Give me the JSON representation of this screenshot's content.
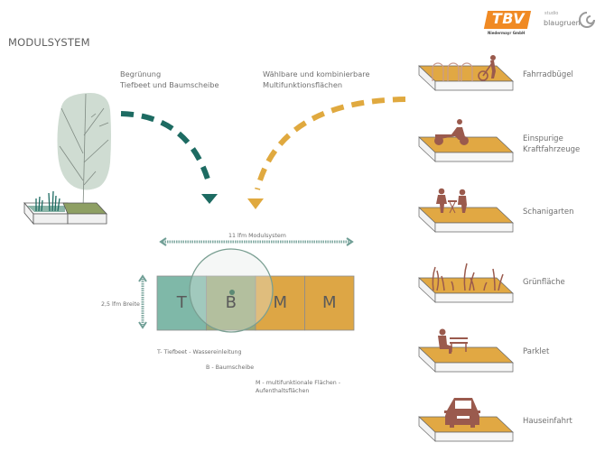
{
  "title": "MODULSYSTEM",
  "logos": {
    "tbv": {
      "name": "TBV",
      "subtitle": "Niedermayr GmbH",
      "color": "#f08a24"
    },
    "studio": {
      "line1": "studio",
      "line2": "blaugruen"
    }
  },
  "captions": {
    "greening": [
      "Begrünung",
      "Tiefbeet und Baumscheibe"
    ],
    "multifunction": [
      "Wählbare und kombinierbare",
      "Multifunktionsflächen"
    ]
  },
  "dimensions": {
    "length_label": "11 lfm Modulsystem",
    "width_label": "2,5 lfm Breite"
  },
  "modules": [
    {
      "letter": "T",
      "color": "#7fb8a8"
    },
    {
      "letter": "B",
      "color": "#9aa978"
    },
    {
      "letter": "M",
      "color": "#dda645"
    },
    {
      "letter": "M",
      "color": "#dda645"
    }
  ],
  "legend": {
    "t": "T- Tiefbeet - Wassereinleitung",
    "b": "B - Baumscheibe",
    "m": [
      "M - multifunktionale Flächen -",
      "Aufenthaltsflächen"
    ]
  },
  "options": [
    {
      "label": [
        "Fahrradbügel"
      ],
      "icon": "bicycle-rack-icon"
    },
    {
      "label": [
        "Einspurige",
        "Kraftfahrzeuge"
      ],
      "icon": "scooter-icon"
    },
    {
      "label": [
        "Schanigarten"
      ],
      "icon": "cafe-seating-icon"
    },
    {
      "label": [
        "Grünfläche"
      ],
      "icon": "plants-icon"
    },
    {
      "label": [
        "Parklet"
      ],
      "icon": "bench-icon"
    },
    {
      "label": [
        "Hauseinfahrt"
      ],
      "icon": "car-icon"
    }
  ],
  "colors": {
    "teal": "#1d6b62",
    "ochre": "#e0a93f",
    "icon_brown": "#9a5a4d",
    "tree": "#cfdcd2",
    "platform_top": "#e1a843"
  }
}
